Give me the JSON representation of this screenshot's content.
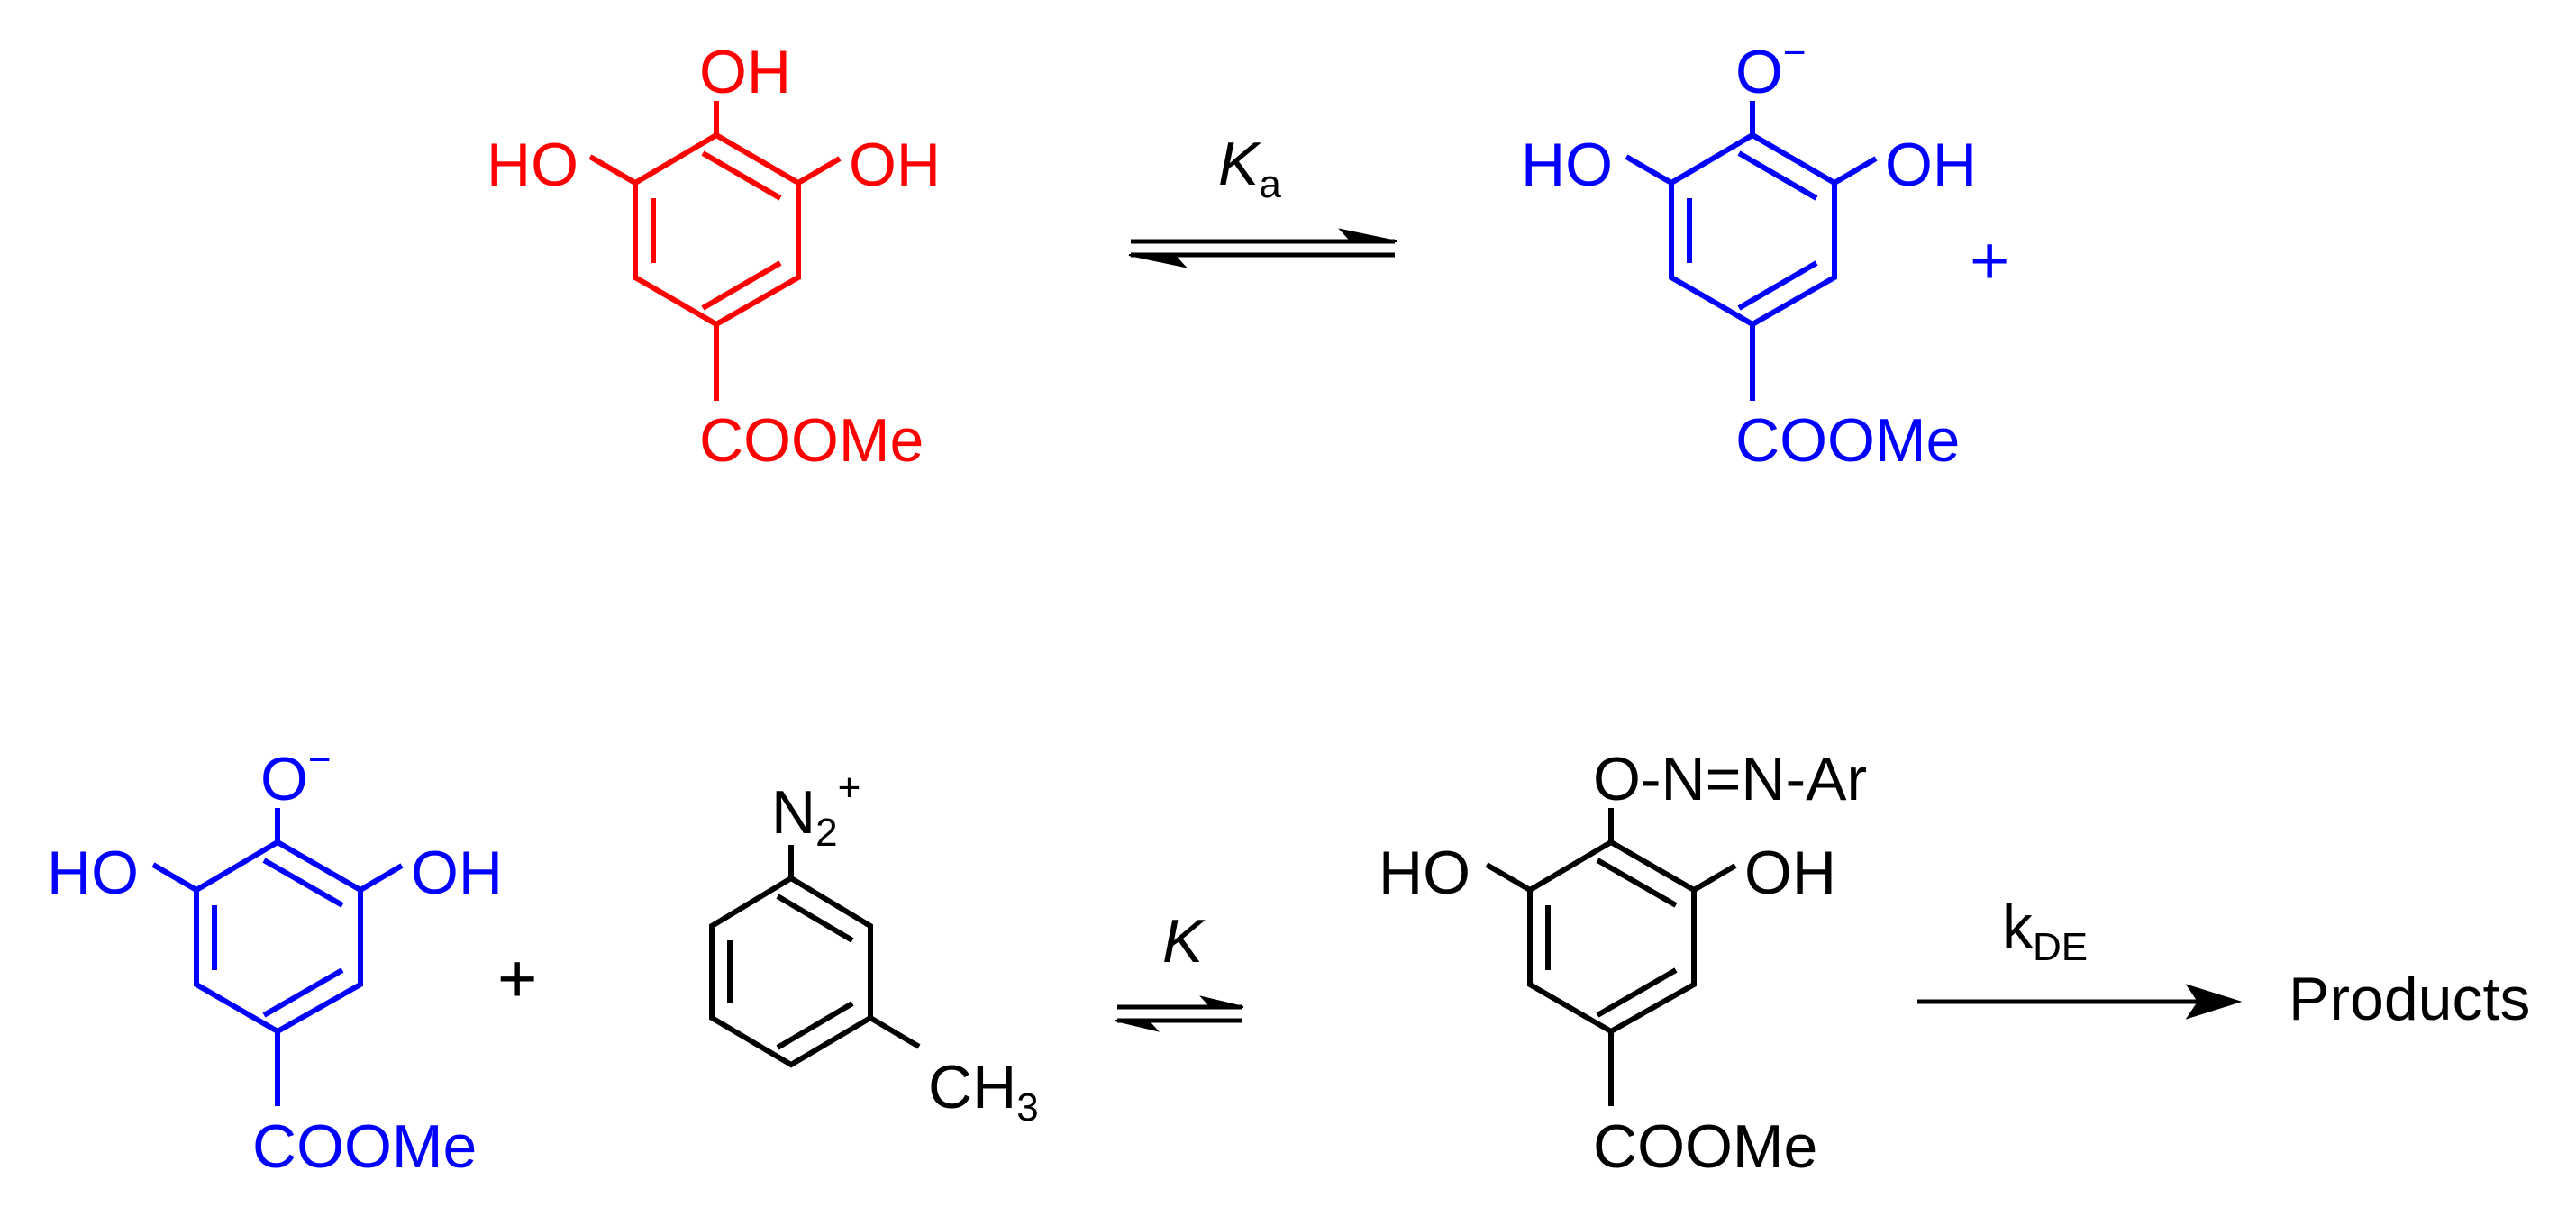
{
  "colors": {
    "red": "#ff0000",
    "blue": "#0000ff",
    "black": "#000000"
  },
  "reaction1": {
    "reactant": {
      "top": "OH",
      "left": "HO",
      "right": "OH",
      "bottom": "COOMe"
    },
    "arrow": {
      "symbol": "K",
      "subscript": "a"
    },
    "product": {
      "top": "O",
      "charge": "−",
      "left": "HO",
      "right": "OH",
      "bottom": "COOMe"
    },
    "plus": "+"
  },
  "reaction2": {
    "phenoxide": {
      "top": "O",
      "charge": "−",
      "left": "HO",
      "right": "OH",
      "bottom": "COOMe"
    },
    "plus": "+",
    "diazonium": {
      "top": "N",
      "top_sub": "2",
      "top_charge": "+",
      "methyl": "CH",
      "methyl_sub": "3"
    },
    "equilibrium": {
      "symbol": "K"
    },
    "adduct": {
      "top": "O-N=N-Ar",
      "left": "HO",
      "right": "OH",
      "bottom": "COOMe"
    },
    "rate": {
      "symbol": "k",
      "subscript": "DE"
    },
    "products": "Products"
  }
}
